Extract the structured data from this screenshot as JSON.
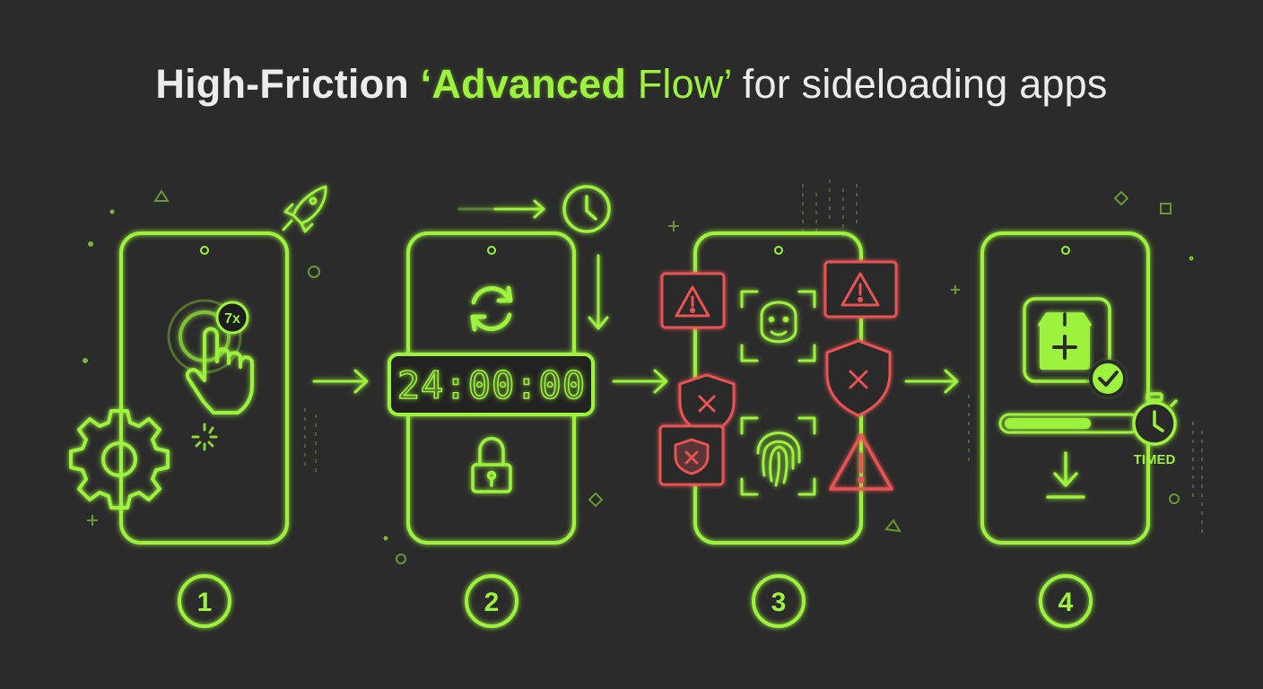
{
  "title": {
    "part1": "High-Friction ",
    "part2": "‘Advanced",
    "part3": " Flow’",
    "part4": " for sideloading apps"
  },
  "colors": {
    "background": "#2b2b2b",
    "accent": "#9df23d",
    "danger": "#e85252",
    "title": "#ececec"
  },
  "steps": [
    {
      "number": "1",
      "badge": "7x",
      "icons": [
        "tap-hand-icon",
        "gear-icon",
        "rocket-icon",
        "spinner-icon"
      ]
    },
    {
      "number": "2",
      "timer": "24:00:00",
      "icons": [
        "sync-icon",
        "lock-icon",
        "clock-icon"
      ]
    },
    {
      "number": "3",
      "icons": [
        "warning-icon",
        "face-id-icon",
        "fingerprint-icon",
        "shield-x-icon"
      ]
    },
    {
      "number": "4",
      "tag": "TIMED",
      "icons": [
        "package-add-icon",
        "check-icon",
        "progress-bar",
        "download-icon",
        "stopwatch-icon"
      ]
    }
  ]
}
